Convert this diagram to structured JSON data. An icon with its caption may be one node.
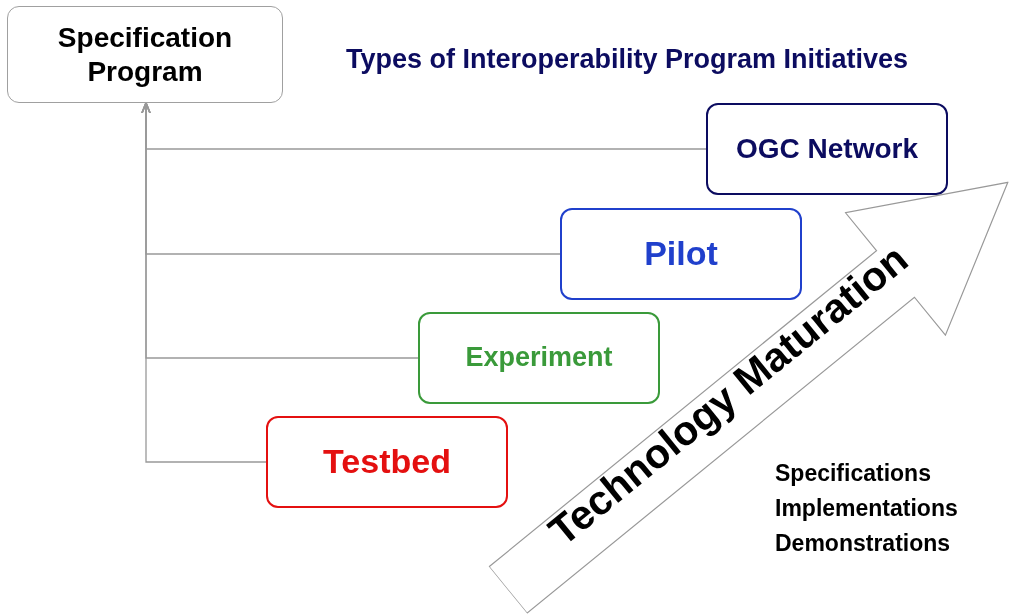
{
  "diagram": {
    "title": "Types of Interoperability Program Initiatives",
    "nodes": [
      {
        "text": [
          "Specification Program"
        ]
      },
      {
        "text": [
          "OGC Network"
        ]
      },
      {
        "text": [
          "Pilot"
        ]
      },
      {
        "text": [
          "Experiment"
        ]
      },
      {
        "text": [
          "Testbed"
        ]
      },
      {
        "text": [
          "Technology Maturation"
        ]
      }
    ],
    "edges": [
      {
        "from": 1,
        "to": 0,
        "arrow": "to"
      },
      {
        "from": 2,
        "to": 0,
        "arrow": "to"
      },
      {
        "from": 3,
        "to": 0,
        "arrow": "to"
      },
      {
        "from": 4,
        "to": 0,
        "arrow": "to"
      }
    ],
    "labels": [
      "Specifications",
      "Implementations",
      "Demonstrations"
    ]
  }
}
